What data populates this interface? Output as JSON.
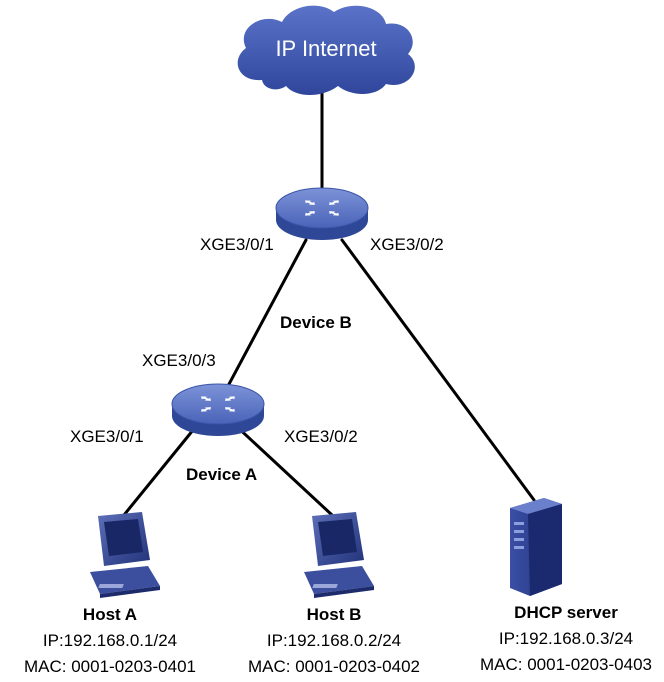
{
  "internet": {
    "label": "IP Internet"
  },
  "device_b": {
    "name": "Device B",
    "port_left": "XGE3/0/1",
    "port_right": "XGE3/0/2"
  },
  "device_a": {
    "name": "Device A",
    "port_up": "XGE3/0/3",
    "port_left": "XGE3/0/1",
    "port_right": "XGE3/0/2"
  },
  "hosts": [
    {
      "name": "Host A",
      "ip": "IP:192.168.0.1/24",
      "mac": "MAC: 0001-0203-0401"
    },
    {
      "name": "Host B",
      "ip": "IP:192.168.0.2/24",
      "mac": "MAC: 0001-0203-0402"
    },
    {
      "name": "DHCP server",
      "ip": "IP:192.168.0.3/24",
      "mac": "MAC: 0001-0203-0403"
    }
  ],
  "colors": {
    "cloud": "#3d56b0",
    "router_top": "#5b74c4",
    "router_side": "#2e4796",
    "link": "#000000"
  },
  "icons": [
    "cloud-icon",
    "router-icon",
    "pc-icon",
    "server-icon"
  ]
}
